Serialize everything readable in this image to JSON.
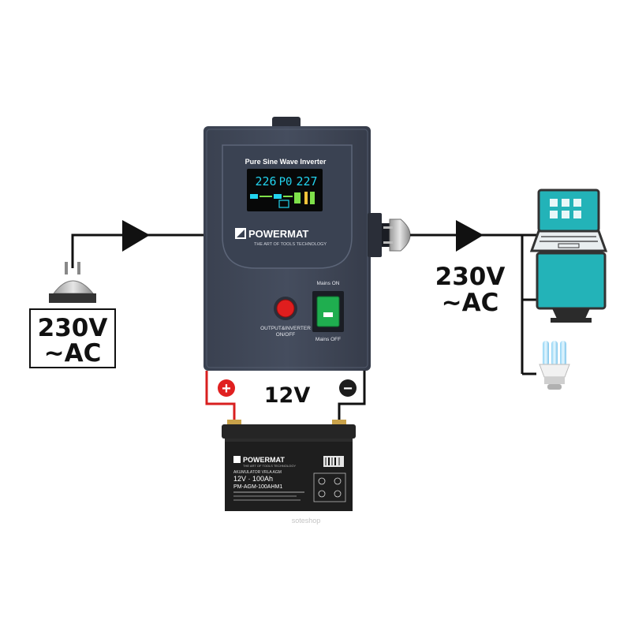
{
  "input": {
    "voltage": "230V",
    "type": "~AC"
  },
  "output": {
    "voltage": "230V",
    "type": "~AC"
  },
  "battery_link": {
    "voltage": "12V",
    "positive_symbol": "+",
    "negative_symbol": "−"
  },
  "inverter": {
    "model_title": "Pure Sine Wave Inverter",
    "brand": "POWERMAT",
    "tagline": "THE ART OF TOOLS TECHNOLOGY",
    "lcd": {
      "input_value": "226",
      "mode": "P0",
      "output_value": "227"
    },
    "button_label_1": "OUTPUT&INVERTER",
    "button_label_2": "ON/OFF",
    "switch_on_label": "Mains ON",
    "switch_off_label": "Mains OFF"
  },
  "battery": {
    "brand": "POWERMAT",
    "tagline": "THE ART OF TOOLS TECHNOLOGY",
    "type_label": "AKUMULATOR VRLA AGM",
    "rating": "12V · 100Ah",
    "model": "PM-AGM-100AHM1"
  },
  "watermark": "soteshop",
  "devices": [
    "laptop-icon",
    "monitor-icon",
    "lightbulb-icon"
  ],
  "colors": {
    "lcd_cyan": "#22d3ee",
    "lcd_green": "#7ee04a",
    "device_teal": "#23b3b8",
    "positive": "#e02020",
    "housing": "#3d4555"
  }
}
